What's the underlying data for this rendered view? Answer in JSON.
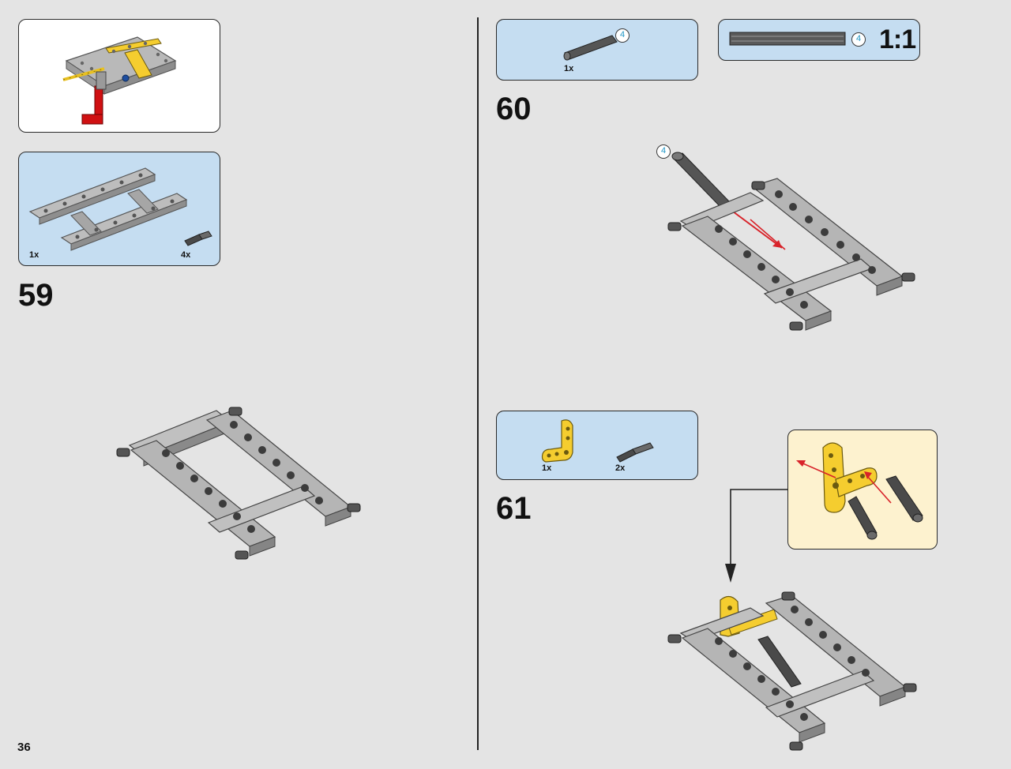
{
  "page": {
    "number": "36"
  },
  "sub_model_box": {
    "description_icon": "assembled-submodel-image"
  },
  "step59": {
    "number": "59",
    "parts": [
      {
        "qty": "1x",
        "icon": "frame-assembly-icon"
      },
      {
        "qty": "4x",
        "icon": "axle-pin-icon"
      }
    ]
  },
  "step60": {
    "number": "60",
    "parts": [
      {
        "qty": "1x",
        "icon": "axle-4-icon",
        "length": "4"
      }
    ],
    "scale_box": {
      "length": "4",
      "scale": "1:1"
    },
    "callout_length": "4"
  },
  "step61": {
    "number": "61",
    "parts": [
      {
        "qty": "1x",
        "icon": "yellow-l-beam-icon"
      },
      {
        "qty": "2x",
        "icon": "friction-pin-icon"
      }
    ]
  },
  "colors": {
    "page_background": "#e4e4e4",
    "parts_box_blue": "#c5ddf1",
    "callout_cream": "#fdf2cf",
    "badge_number": "#1e96c6",
    "beam_gray": "#a8a8a8",
    "lego_yellow": "#f5cd2f",
    "lego_red": "#d01012",
    "arrow_red": "#d8232a"
  }
}
